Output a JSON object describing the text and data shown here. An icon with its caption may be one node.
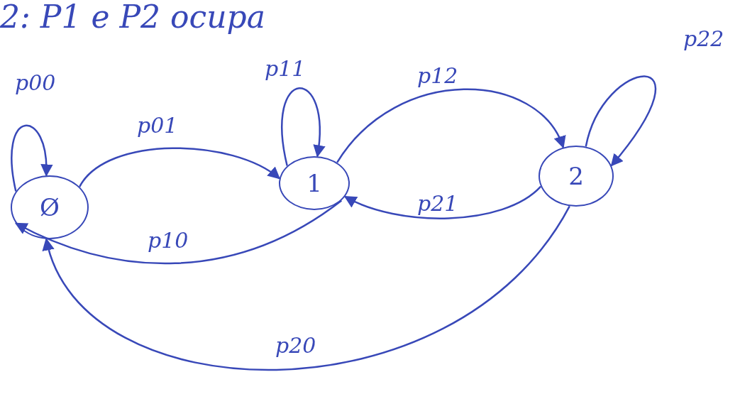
{
  "diagram": {
    "nodes": [
      {
        "text": [
          "Ø"
        ]
      },
      {
        "text": [
          "1"
        ]
      },
      {
        "text": [
          "2"
        ]
      }
    ],
    "edges": [
      {
        "from": 0,
        "to": 0,
        "label": "p00",
        "arrow": "to"
      },
      {
        "from": 0,
        "to": 1,
        "label": "p01",
        "arrow": "to"
      },
      {
        "from": 1,
        "to": 0,
        "label": "p10",
        "arrow": "to"
      },
      {
        "from": 1,
        "to": 1,
        "label": "p11",
        "arrow": "to"
      },
      {
        "from": 1,
        "to": 2,
        "label": "p12",
        "arrow": "to"
      },
      {
        "from": 2,
        "to": 1,
        "label": "p21",
        "arrow": "to"
      },
      {
        "from": 2,
        "to": 2,
        "label": "p22",
        "arrow": "to"
      },
      {
        "from": 2,
        "to": 0,
        "label": "p20",
        "arrow": "to"
      }
    ],
    "labels": [
      "2: P1 e P2 ocupa"
    ]
  }
}
